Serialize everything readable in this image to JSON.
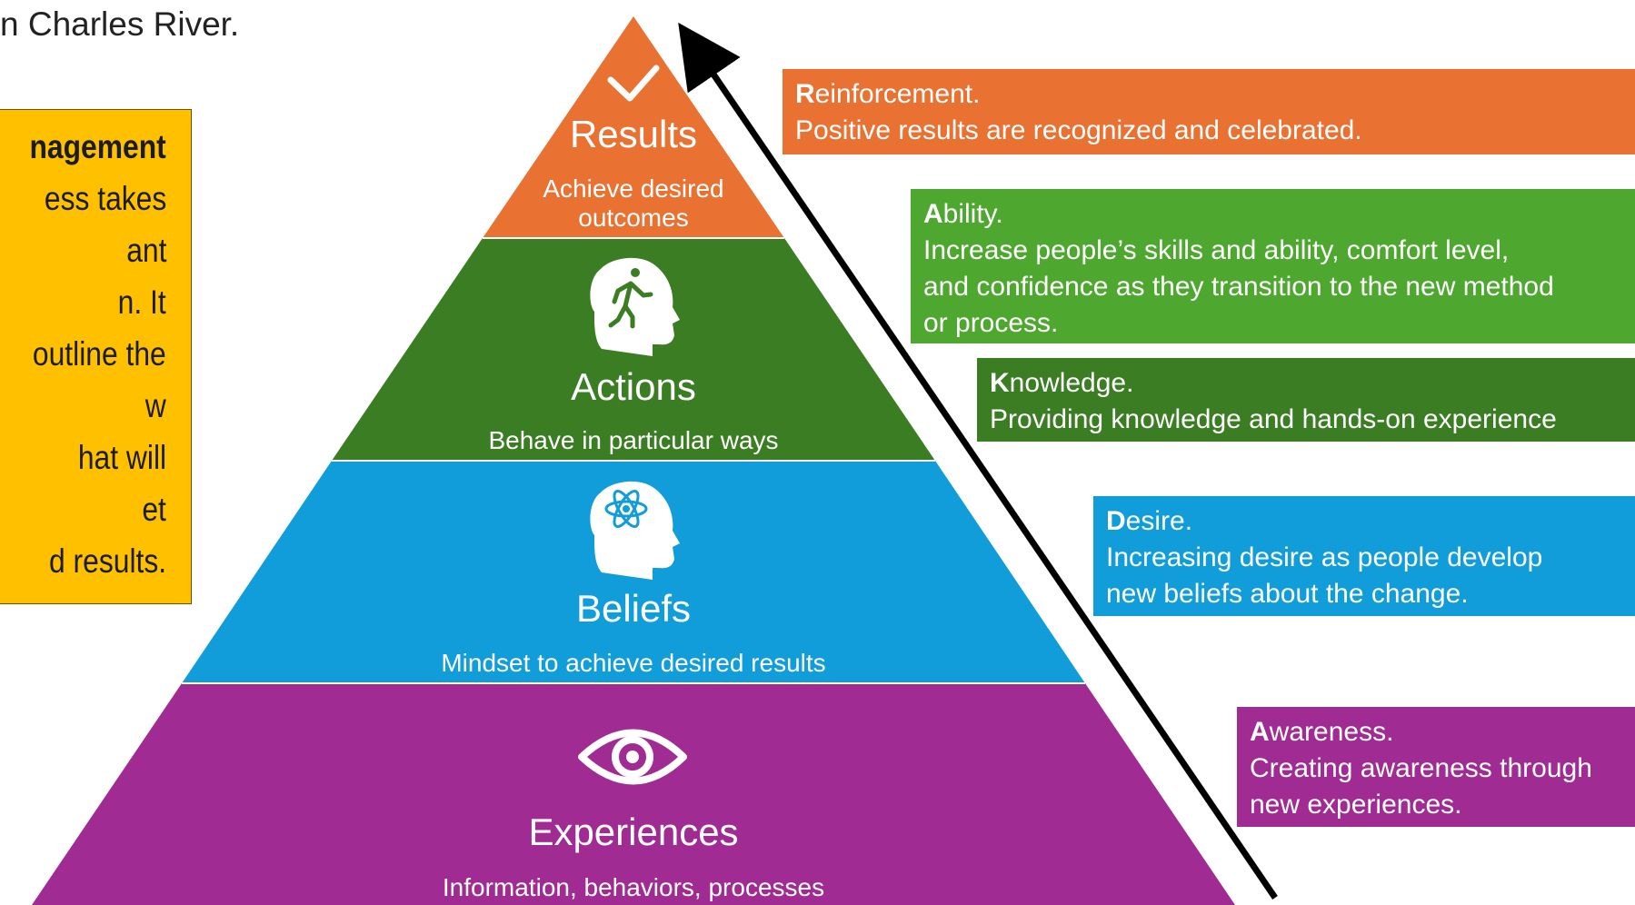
{
  "top_text": "n Charles River.",
  "note": {
    "lines": [
      "nagement",
      "ess takes",
      "ant",
      "n. It",
      "outline the",
      "w",
      "hat will",
      "et",
      "d results."
    ]
  },
  "pyramid": {
    "levels": [
      {
        "title": "Results",
        "subtitle_lines": [
          "Achieve desired",
          "outcomes"
        ],
        "icon": "checkmark-icon",
        "color": "#e97132"
      },
      {
        "title": "Actions",
        "subtitle_lines": [
          "Behave in particular ways"
        ],
        "icon": "head-walking-person-icon",
        "color": "#3b7d23"
      },
      {
        "title": "Beliefs",
        "subtitle_lines": [
          "Mindset to achieve desired results"
        ],
        "icon": "head-atom-icon",
        "color": "#109dd9"
      },
      {
        "title": "Experiences",
        "subtitle_lines": [
          "Information, behaviors, processes"
        ],
        "icon": "eye-icon",
        "color": "#a02b93"
      }
    ]
  },
  "adkar": [
    {
      "initial": "R",
      "rest": "einforcement.",
      "lines": [
        "Positive results are recognized and celebrated."
      ],
      "color": "#e97132"
    },
    {
      "initial": "A",
      "rest": "bility.",
      "lines": [
        "Increase people’s skills and ability, comfort level,",
        "and confidence as they transition to the new method",
        "or process."
      ],
      "color": "#4ea72e"
    },
    {
      "initial": "K",
      "rest": "nowledge.",
      "lines": [
        "Providing knowledge and hands-on experience"
      ],
      "color": "#3b7d23"
    },
    {
      "initial": "D",
      "rest": "esire.",
      "lines": [
        "Increasing desire as people develop",
        "new beliefs about the change."
      ],
      "color": "#109dd9"
    },
    {
      "initial": "A",
      "rest": "wareness.",
      "lines": [
        "Creating awareness through",
        "new experiences."
      ],
      "color": "#a02b93"
    }
  ]
}
